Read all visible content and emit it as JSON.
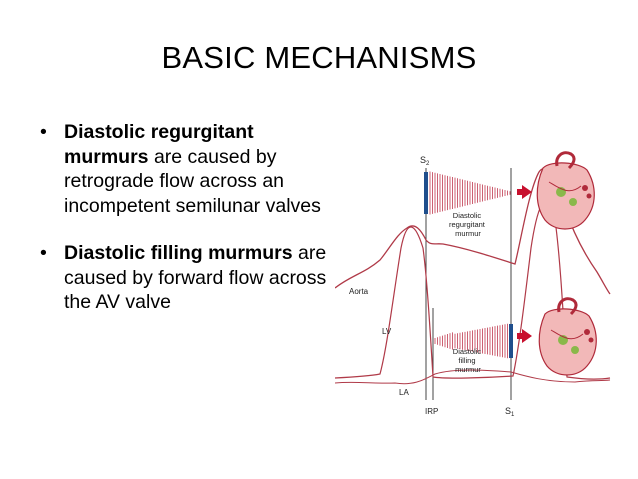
{
  "title": "BASIC MECHANISMS",
  "bullets": [
    {
      "bold": "Diastolic regurgitant murmurs",
      "rest": " are caused by retrograde flow across an incompetent semilunar valves"
    },
    {
      "bold": "Diastolic filling murmurs",
      "rest": " are caused by forward flow across the AV valve"
    }
  ],
  "bullet_glyph": "•",
  "figure": {
    "labels": {
      "s2": "S",
      "s2_sub": "2",
      "s1": "S",
      "s1_sub": "1",
      "aorta": "Aorta",
      "lv": "LV",
      "la": "LA",
      "irp": "IRP",
      "regurgitant": [
        "Diastolic",
        "regurgitant",
        "murmur"
      ],
      "filling": [
        "Diastolic",
        "filling",
        "murmur"
      ]
    },
    "colors": {
      "pressure_line": "#b03a48",
      "murmur_lines": "#c0394f",
      "marker_bar": "#1f4e8c",
      "arrow": "#c8102e",
      "heart_body": "#f2b8b8",
      "heart_outline": "#b02a3a",
      "valve_green": "#8ab84a"
    }
  }
}
